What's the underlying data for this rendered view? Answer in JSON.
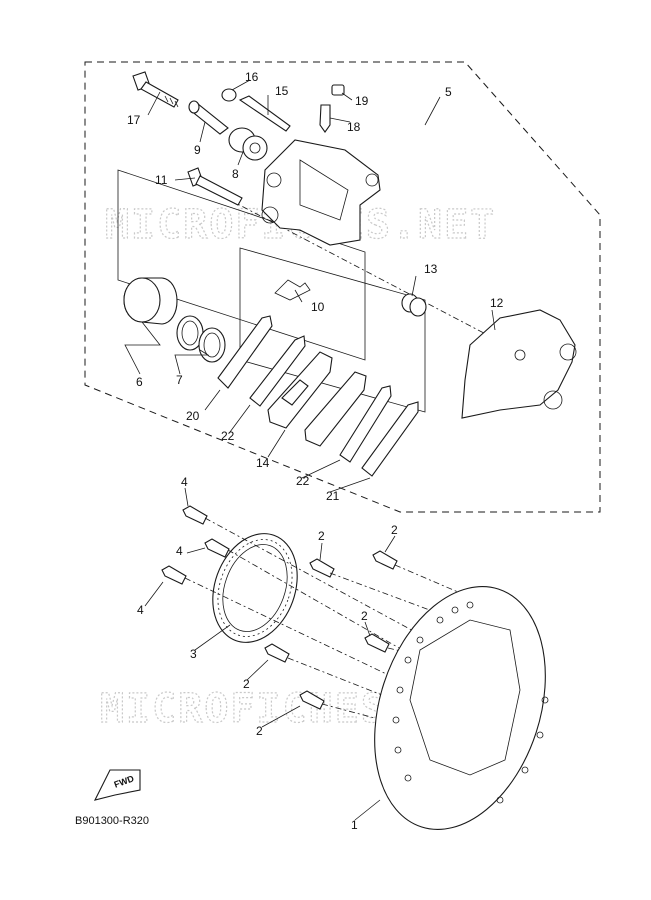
{
  "watermark": "MICROFICHES.NET",
  "diagram_code": "B901300-R320",
  "fwd_label": "FWD",
  "callouts": [
    "1",
    "2",
    "3",
    "4",
    "5",
    "6",
    "7",
    "8",
    "9",
    "10",
    "11",
    "12",
    "13",
    "14",
    "15",
    "16",
    "17",
    "18",
    "19",
    "20",
    "21",
    "22"
  ]
}
